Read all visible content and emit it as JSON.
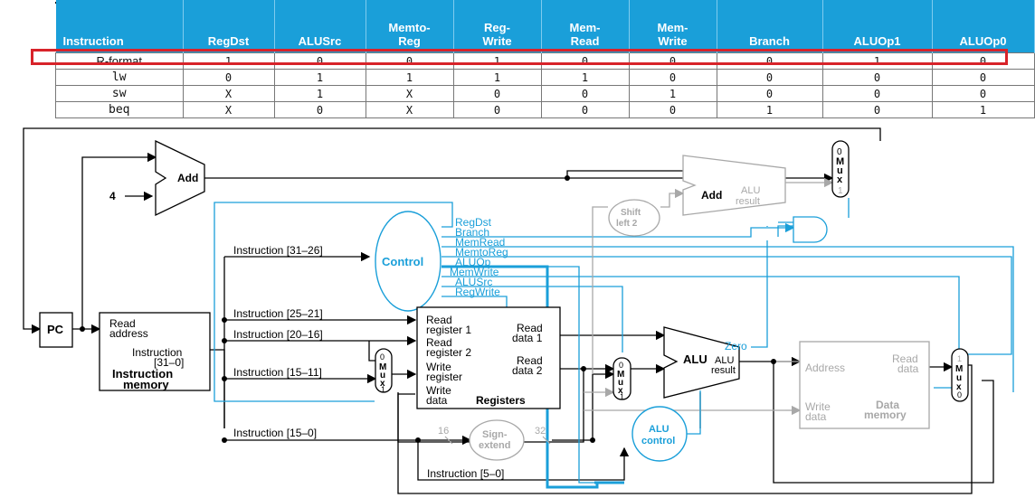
{
  "table": {
    "columns": [
      "Instruction",
      "RegDst",
      "ALUSrc",
      "Memto-Reg",
      "Reg-Write",
      "Mem-Read",
      "Mem-Write",
      "Branch",
      "ALUOp1",
      "ALUOp0"
    ],
    "rows": [
      [
        "R-format",
        "1",
        "0",
        "0",
        "1",
        "0",
        "0",
        "0",
        "1",
        "0"
      ],
      [
        "lw",
        "0",
        "1",
        "1",
        "1",
        "1",
        "0",
        "0",
        "0",
        "0"
      ],
      [
        "sw",
        "X",
        "1",
        "X",
        "0",
        "0",
        "1",
        "0",
        "0",
        "0"
      ],
      [
        "beq",
        "X",
        "0",
        "X",
        "0",
        "0",
        "0",
        "1",
        "0",
        "1"
      ]
    ],
    "highlight_color": "#d8232a",
    "header_color": "#1a9fd9"
  },
  "diagram": {
    "pc": "PC",
    "add": "Add",
    "four": "4",
    "add_alu": "Add",
    "alu_result_small": "ALU",
    "alu_result_small2": "result",
    "shift": [
      "Shift",
      "left 2"
    ],
    "control": "Control",
    "control_signals": [
      "RegDst",
      "Branch",
      "MemRead",
      "MemtoReg",
      "ALUOp",
      "MemWrite",
      "ALUSrc",
      "RegWrite"
    ],
    "imem": [
      "Read",
      "address",
      "Instruction",
      "[31–0]",
      "Instruction",
      "memory"
    ],
    "instr_labels": [
      "Instruction [31–26]",
      "Instruction [25–21]",
      "Instruction [20–16]",
      "Instruction [15–11]",
      "Instruction [15–0]",
      "Instruction [5–0]"
    ],
    "regs": [
      "Read",
      "register 1",
      "Read",
      "register 2",
      "Write",
      "register",
      "Write",
      "data",
      "Read",
      "data 1",
      "Read",
      "data 2",
      "Registers"
    ],
    "sign": [
      "Sign-",
      "extend"
    ],
    "bits": [
      "16",
      "32"
    ],
    "alu": "ALU",
    "alu_res": [
      "ALU",
      "result"
    ],
    "zero": "Zero",
    "alu_control": [
      "ALU",
      "control"
    ],
    "dmem": [
      "Address",
      "Read",
      "data",
      "Write",
      "data",
      "Data",
      "memory"
    ],
    "mux": [
      "M",
      "u",
      "x"
    ],
    "mux_bits": [
      "0",
      "1"
    ],
    "accent": "#1a9fd9",
    "gray": "#a8a8a8"
  }
}
